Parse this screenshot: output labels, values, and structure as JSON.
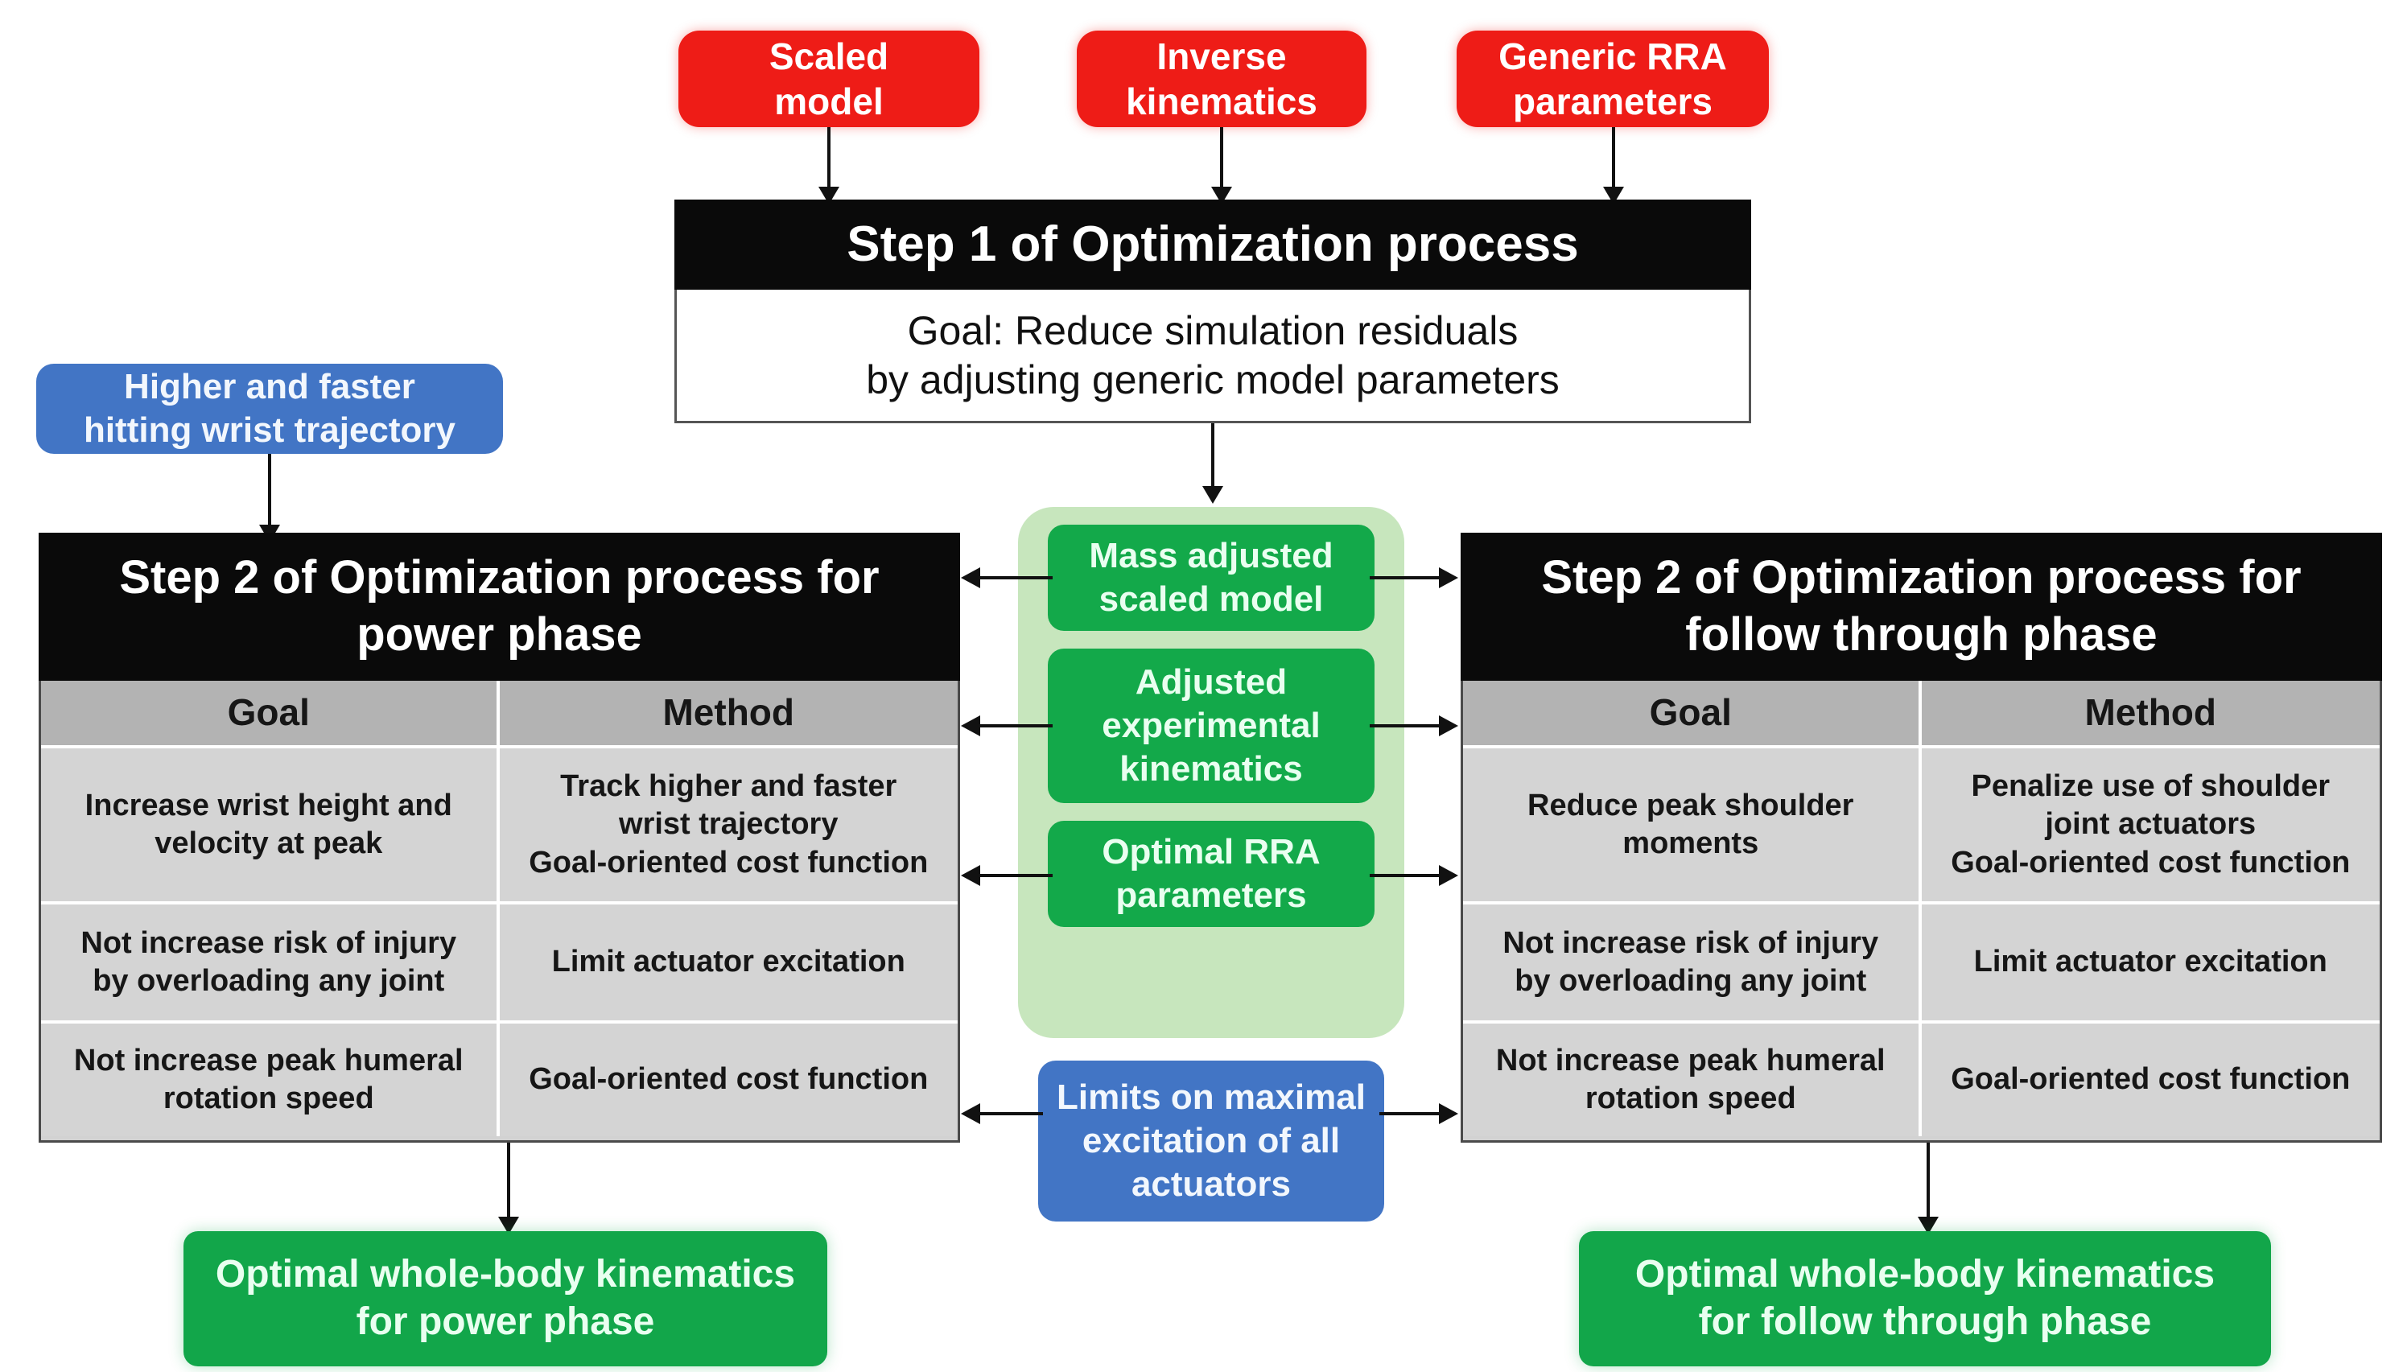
{
  "diagram": {
    "title": "Two-step optimization process flowchart",
    "colors": {
      "input_red": "#ee1c17",
      "header_black": "#0a0a0a",
      "panel_white": "#ffffff",
      "constraint_blue": "#4275c5",
      "shared_green_container": "#c7e6bd",
      "shared_green_item": "#13a94a",
      "output_green": "#12a64a",
      "table_header_gray": "#b3b3b3",
      "table_body_gray": "#d4d4d4",
      "connector_black": "#111111"
    }
  },
  "inputs": [
    {
      "id": "scaled-model",
      "label": "Scaled\nmodel"
    },
    {
      "id": "inverse-kinematics",
      "label": "Inverse\nkinematics"
    },
    {
      "id": "generic-rra-parameters",
      "label": "Generic RRA\nparameters"
    }
  ],
  "step1": {
    "header": "Step 1 of Optimization process",
    "goal": "Goal: Reduce simulation residuals\nby adjusting generic model parameters"
  },
  "constraints": {
    "wrist_trajectory": "Higher and faster\nhitting wrist trajectory",
    "actuator_limits": "Limits on maximal\nexcitation of all\nactuators"
  },
  "shared_outputs": [
    {
      "id": "mass-adjusted-scaled-model",
      "label": "Mass adjusted\nscaled model"
    },
    {
      "id": "adjusted-experimental-kinematics",
      "label": "Adjusted\nexperimental\nkinematics"
    },
    {
      "id": "optimal-rra-parameters",
      "label": "Optimal RRA\nparameters"
    }
  ],
  "power_phase": {
    "header": "Step 2 of Optimization process for\npower phase",
    "columns": [
      "Goal",
      "Method"
    ],
    "rows": [
      {
        "goal": "Increase wrist height and\nvelocity at peak",
        "method": "Track higher and faster\nwrist trajectory\nGoal-oriented cost function"
      },
      {
        "goal": "Not increase risk of injury\nby overloading any joint",
        "method": "Limit actuator excitation"
      },
      {
        "goal": "Not increase peak humeral\nrotation speed",
        "method": "Goal-oriented cost function"
      }
    ],
    "output": "Optimal whole-body kinematics\nfor power phase"
  },
  "follow_through_phase": {
    "header": "Step 2 of Optimization process for\nfollow through phase",
    "columns": [
      "Goal",
      "Method"
    ],
    "rows": [
      {
        "goal": "Reduce peak shoulder\nmoments",
        "method": "Penalize use of shoulder\njoint actuators\nGoal-oriented cost function"
      },
      {
        "goal": "Not increase risk of injury\nby overloading any joint",
        "method": "Limit actuator excitation"
      },
      {
        "goal": "Not increase peak humeral\nrotation speed",
        "method": "Goal-oriented cost function"
      }
    ],
    "output": "Optimal whole-body kinematics\nfor follow through phase"
  }
}
